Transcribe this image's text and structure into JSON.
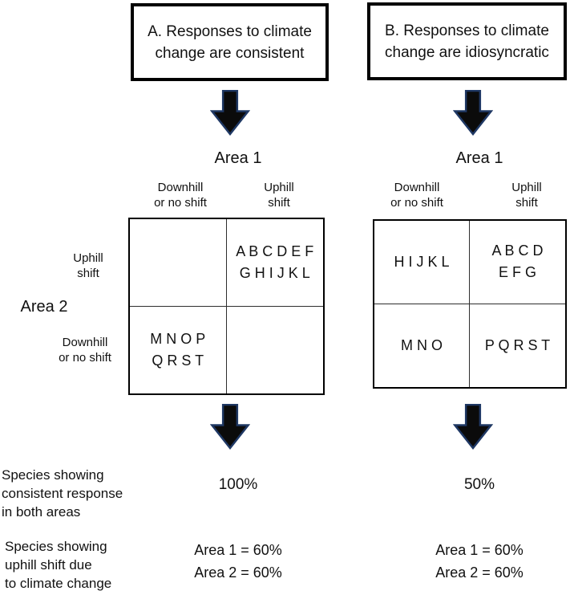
{
  "panels": [
    {
      "id": "A",
      "title": "A. Responses to climate\nchange are consistent",
      "area_label": "Area 1",
      "col_headers": [
        "Downhill\nor no shift",
        "Uphill\nshift"
      ],
      "cells": {
        "top_left": "",
        "top_right": "A B C D E F\nG H I J K L",
        "bottom_left": "M N O P\nQ R S T",
        "bottom_right": ""
      },
      "consistent_pct": "100%",
      "uphill_values": "Area 1 = 60%\nArea 2 = 60%"
    },
    {
      "id": "B",
      "title": "B. Responses to climate\nchange are idiosyncratic",
      "area_label": "Area 1",
      "col_headers": [
        "Downhill\nor no shift",
        "Uphill\nshift"
      ],
      "cells": {
        "top_left": "H I J K L",
        "top_right": "A B C D\nE F G",
        "bottom_left": "M N O",
        "bottom_right": "P Q R S T"
      },
      "consistent_pct": "50%",
      "uphill_values": "Area 1 = 60%\nArea 2 = 60%"
    }
  ],
  "row_axis": {
    "area2_label": "Area 2",
    "row_headers": [
      "Uphill\nshift",
      "Downhill\nor no shift"
    ]
  },
  "footer": {
    "consistent_label": "Species showing\nconsistent response\nin both areas",
    "uphill_label": "Species showing\nuphill shift due\nto climate change"
  },
  "colors": {
    "arrow_fill": "#0b0b0b",
    "arrow_stroke": "#1f3864",
    "border": "#000000"
  }
}
